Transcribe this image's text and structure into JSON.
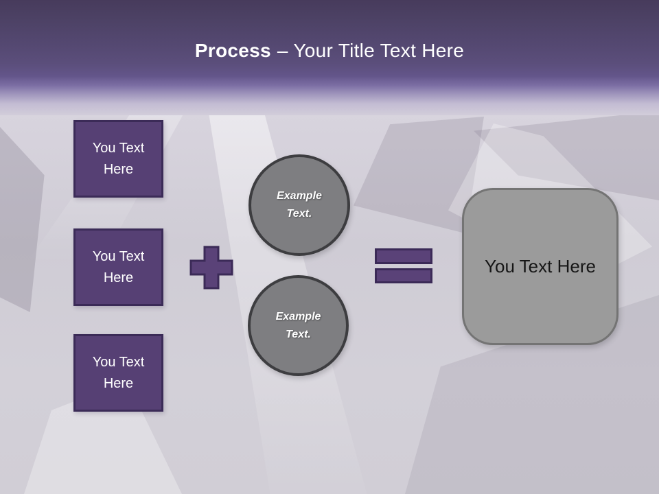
{
  "slide": {
    "title": {
      "bold": "Process",
      "rest": "– Your Title Text Here"
    },
    "left_boxes": [
      {
        "label": "You Text Here"
      },
      {
        "label": "You Text Here"
      },
      {
        "label": "You Text Here"
      }
    ],
    "operators": {
      "plus_icon": "plus-shape",
      "equals_icon": "equals-shape"
    },
    "circles": [
      {
        "label": "Example Text."
      },
      {
        "label": "Example Text."
      }
    ],
    "result_box": {
      "label": "You Text Here"
    },
    "colors": {
      "accent_purple": "#564074",
      "purple_border": "#3b2b57",
      "operator_purple": "#5a4278",
      "circle_gray": "#7e7e81",
      "circle_border": "#3d3d40",
      "result_gray": "#9b9b9b",
      "result_border": "#747474",
      "header_top": "#473b5c",
      "background": "#d0cdd5",
      "title_text": "#ffffff"
    }
  }
}
